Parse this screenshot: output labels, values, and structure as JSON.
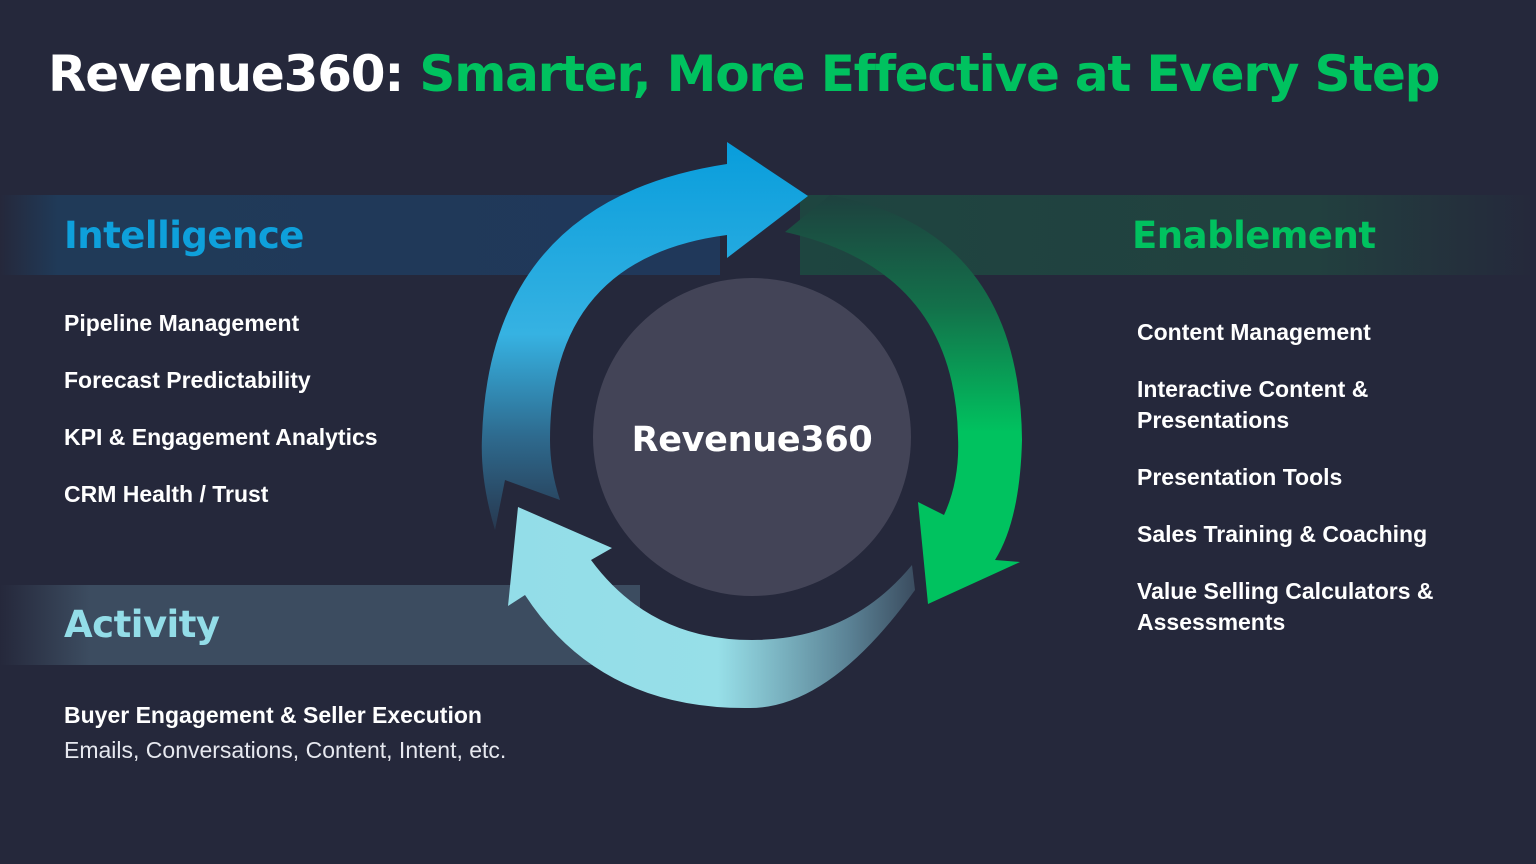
{
  "title": {
    "prefix": "Revenue360:",
    "accent": "Smarter, More Effective at Every Step"
  },
  "colors": {
    "background": "#25283b",
    "intelligence": "#0ea0db",
    "enablement": "#00c25f",
    "activity": "#93dde8",
    "center_circle": "#434457",
    "text": "#ffffff"
  },
  "sections": {
    "intelligence": {
      "heading": "Intelligence",
      "items": [
        "Pipeline Management",
        "Forecast Predictability",
        "KPI & Engagement Analytics",
        "CRM Health / Trust"
      ]
    },
    "enablement": {
      "heading": "Enablement",
      "items": [
        "Content Management",
        "Interactive Content & Presentations",
        "Presentation Tools",
        "Sales Training & Coaching",
        "Value Selling Calculators & Assessments"
      ]
    },
    "activity": {
      "heading": "Activity",
      "title": "Buyer Engagement & Seller Execution",
      "subtitle": "Emails, Conversations, Content, Intent, etc."
    }
  },
  "cycle": {
    "center_label": "Revenue360",
    "arrows": [
      "intelligence-arrow",
      "enablement-arrow",
      "activity-arrow"
    ]
  }
}
